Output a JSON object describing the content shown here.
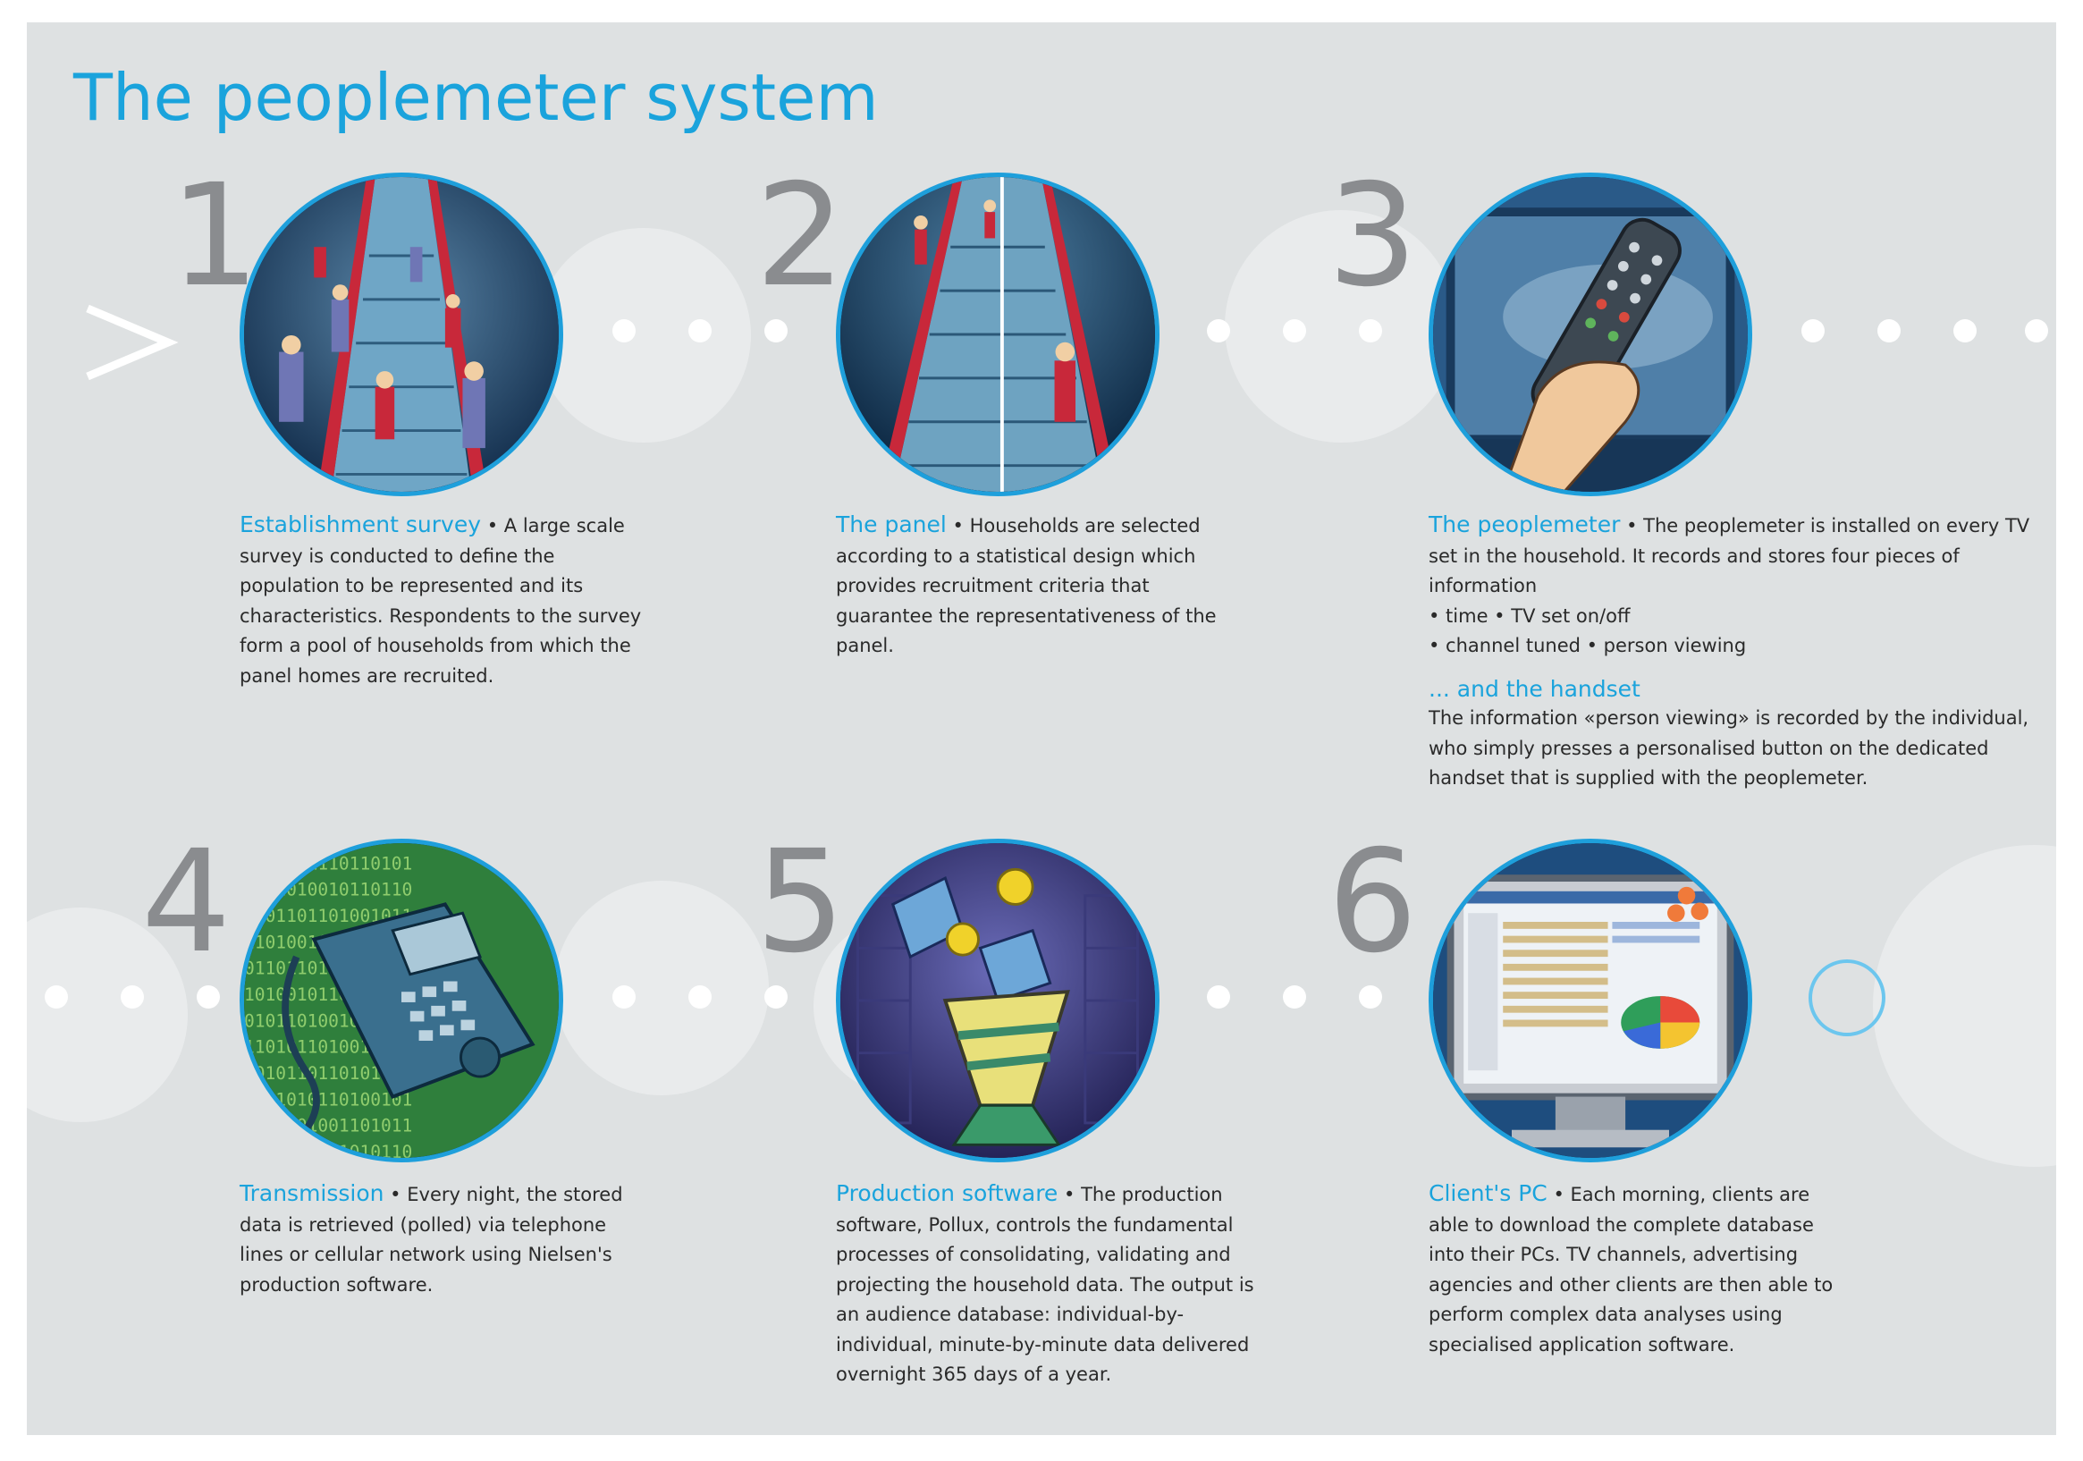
{
  "title": "The peoplemeter system",
  "steps": [
    {
      "number": "1",
      "heading": "Establishment survey",
      "text": "A large scale survey is conducted to define the population to be represented and its characteristics. Respondents to the survey form a pool of households from which the panel homes are recruited.",
      "image": "escalator-crowd-illustration"
    },
    {
      "number": "2",
      "heading": "The panel",
      "text": "Households are selected according to a statistical design which provides recruitment criteria that guarantee the representativeness of the panel.",
      "image": "escalator-few-people-illustration"
    },
    {
      "number": "3",
      "heading": "The peoplemeter",
      "text": "The peoplemeter is installed on every TV set in the household.  It records and stores four pieces of information",
      "bullets_line1": "• time    • TV set on/off",
      "bullets_line2": "• channel tuned    • person viewing",
      "subheading": "... and the handset",
      "subtext": "The information «person viewing» is recorded by the individual, who simply presses a personalised button on the dedicated handset that is supplied with the peoplemeter.",
      "image": "remote-control-tv-illustration"
    },
    {
      "number": "4",
      "heading": "Transmission",
      "text": "Every night, the stored data is retrieved (polled) via telephone lines or cellular network using Nielsen's production software.",
      "image": "telephone-binary-illustration"
    },
    {
      "number": "5",
      "heading": "Production software",
      "text": "The production software, Pollux, controls the fundamental processes of consolidating, validating and projecting the household data. The output is an audience database: individual-by-individual, minute-by-minute data delivered overnight 365 days of a year.",
      "image": "data-funnel-illustration"
    },
    {
      "number": "6",
      "heading": "Client's PC",
      "text": "Each morning, clients are able to download the complete database into their PCs. TV channels, advertising agencies and other clients are then able to perform complex data analyses using specialised application software.",
      "image": "computer-monitor-illustration"
    }
  ],
  "colors": {
    "accent": "#1aa3dc",
    "background": "#dee1e2",
    "numbers": "#8a8c8f"
  }
}
